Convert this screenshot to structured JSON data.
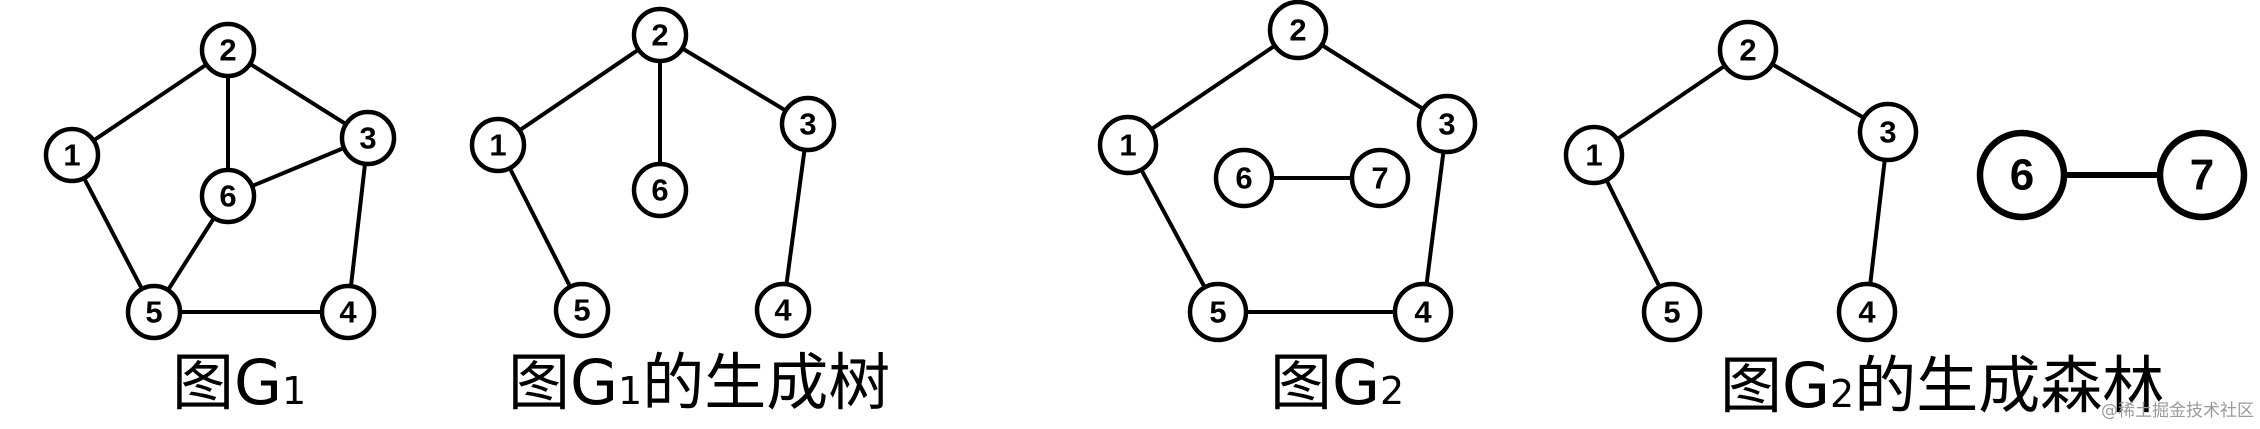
{
  "diagrams": [
    {
      "id": "g1",
      "caption": {
        "prefix": "图G",
        "sub": "1",
        "suffix": ""
      },
      "nodes": [
        {
          "id": "1",
          "label": "1"
        },
        {
          "id": "2",
          "label": "2"
        },
        {
          "id": "3",
          "label": "3"
        },
        {
          "id": "4",
          "label": "4"
        },
        {
          "id": "5",
          "label": "5"
        },
        {
          "id": "6",
          "label": "6"
        }
      ],
      "edges": [
        [
          "1",
          "2"
        ],
        [
          "2",
          "3"
        ],
        [
          "2",
          "6"
        ],
        [
          "6",
          "3"
        ],
        [
          "6",
          "5"
        ],
        [
          "3",
          "4"
        ],
        [
          "5",
          "4"
        ],
        [
          "1",
          "5"
        ]
      ]
    },
    {
      "id": "g1-spanning-tree",
      "caption": {
        "prefix": "图G",
        "sub": "1",
        "suffix": "的生成树"
      },
      "nodes": [
        {
          "id": "1",
          "label": "1"
        },
        {
          "id": "2",
          "label": "2"
        },
        {
          "id": "3",
          "label": "3"
        },
        {
          "id": "4",
          "label": "4"
        },
        {
          "id": "5",
          "label": "5"
        },
        {
          "id": "6",
          "label": "6"
        }
      ],
      "edges": [
        [
          "1",
          "2"
        ],
        [
          "2",
          "6"
        ],
        [
          "2",
          "3"
        ],
        [
          "3",
          "4"
        ],
        [
          "1",
          "5"
        ]
      ]
    },
    {
      "id": "g2",
      "caption": {
        "prefix": "图G",
        "sub": "2",
        "suffix": ""
      },
      "nodes": [
        {
          "id": "1",
          "label": "1"
        },
        {
          "id": "2",
          "label": "2"
        },
        {
          "id": "3",
          "label": "3"
        },
        {
          "id": "4",
          "label": "4"
        },
        {
          "id": "5",
          "label": "5"
        },
        {
          "id": "6",
          "label": "6"
        },
        {
          "id": "7",
          "label": "7"
        }
      ],
      "edges": [
        [
          "1",
          "2"
        ],
        [
          "2",
          "3"
        ],
        [
          "3",
          "4"
        ],
        [
          "5",
          "4"
        ],
        [
          "1",
          "5"
        ],
        [
          "6",
          "7"
        ]
      ]
    },
    {
      "id": "g2-spanning-forest",
      "caption": {
        "prefix": "图G",
        "sub": "2",
        "suffix": "的生成森林"
      },
      "nodes": [
        {
          "id": "1",
          "label": "1"
        },
        {
          "id": "2",
          "label": "2"
        },
        {
          "id": "3",
          "label": "3"
        },
        {
          "id": "4",
          "label": "4"
        },
        {
          "id": "5",
          "label": "5"
        },
        {
          "id": "6",
          "label": "6"
        },
        {
          "id": "7",
          "label": "7"
        }
      ],
      "edges": [
        [
          "1",
          "2"
        ],
        [
          "2",
          "3"
        ],
        [
          "3",
          "4"
        ],
        [
          "1",
          "5"
        ],
        [
          "6",
          "7"
        ]
      ]
    }
  ],
  "watermark": "@稀土掘金技术社区"
}
